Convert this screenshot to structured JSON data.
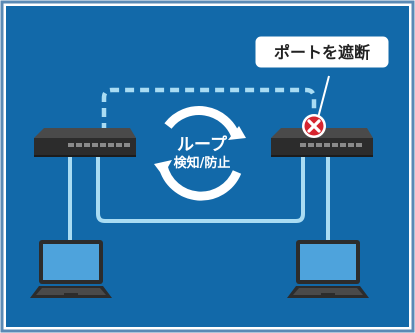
{
  "callout": {
    "text": "ポートを遮断"
  },
  "center": {
    "line1": "ループ",
    "line2": "検知/防止"
  },
  "colors": {
    "background": "#1269a9",
    "frame": "#5a8ab5",
    "link": "#a9dcf3",
    "switch_body": "#2f2f2f",
    "blocked": "#d6252f",
    "laptop_screen": "#4ea3dc"
  },
  "icons": [
    "switch",
    "laptop",
    "blocked-port-x",
    "loop-arrows"
  ]
}
